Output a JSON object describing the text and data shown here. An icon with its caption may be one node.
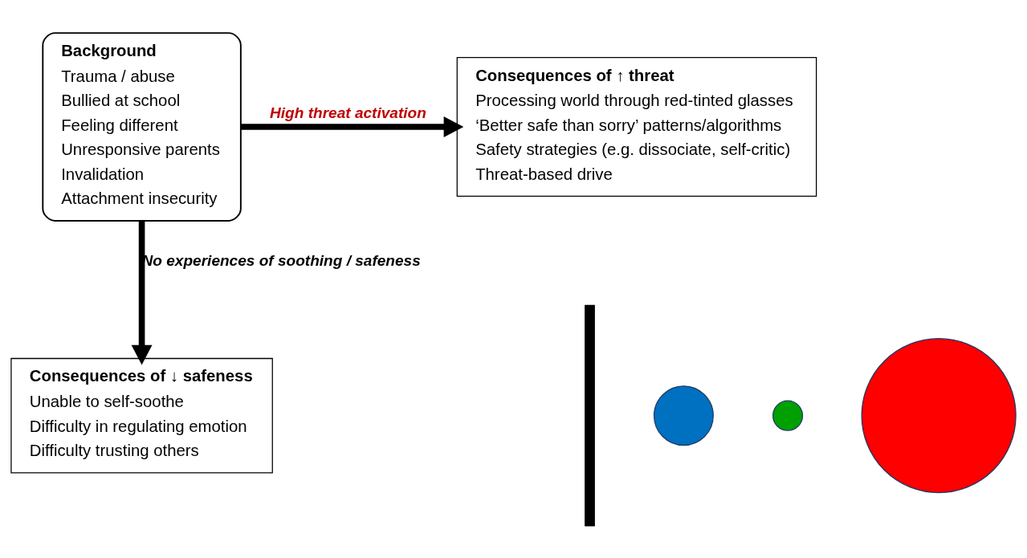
{
  "diagram": {
    "nodes": [
      {
        "text": [
          "Background",
          "Trauma / abuse",
          "Bullied at school",
          "Feeling different",
          "Unresponsive parents",
          "Invalidation",
          "Attachment insecurity"
        ]
      },
      {
        "text": [
          "Consequences of ↑ threat",
          "Processing world through red-tinted glasses",
          "‘Better safe than sorry’ patterns/algorithms",
          "Safety strategies (e.g. dissociate, self-critic)",
          "Threat-based drive"
        ]
      },
      {
        "text": [
          "Consequences of ↓ safeness",
          "Unable to self-soothe",
          "Difficulty in regulating emotion",
          "Difficulty trusting others"
        ]
      },
      {
        "text": [],
        "shape": "bracket"
      },
      {
        "text": [],
        "shape": "circle"
      },
      {
        "text": [],
        "shape": "circle"
      },
      {
        "text": [],
        "shape": "circle"
      }
    ],
    "edges": [
      {
        "from": 0,
        "to": 1,
        "arrow": "to",
        "label": "High threat activation"
      },
      {
        "from": 0,
        "to": 2,
        "arrow": "to",
        "label": "No experiences of soothing / safeness"
      }
    ]
  }
}
